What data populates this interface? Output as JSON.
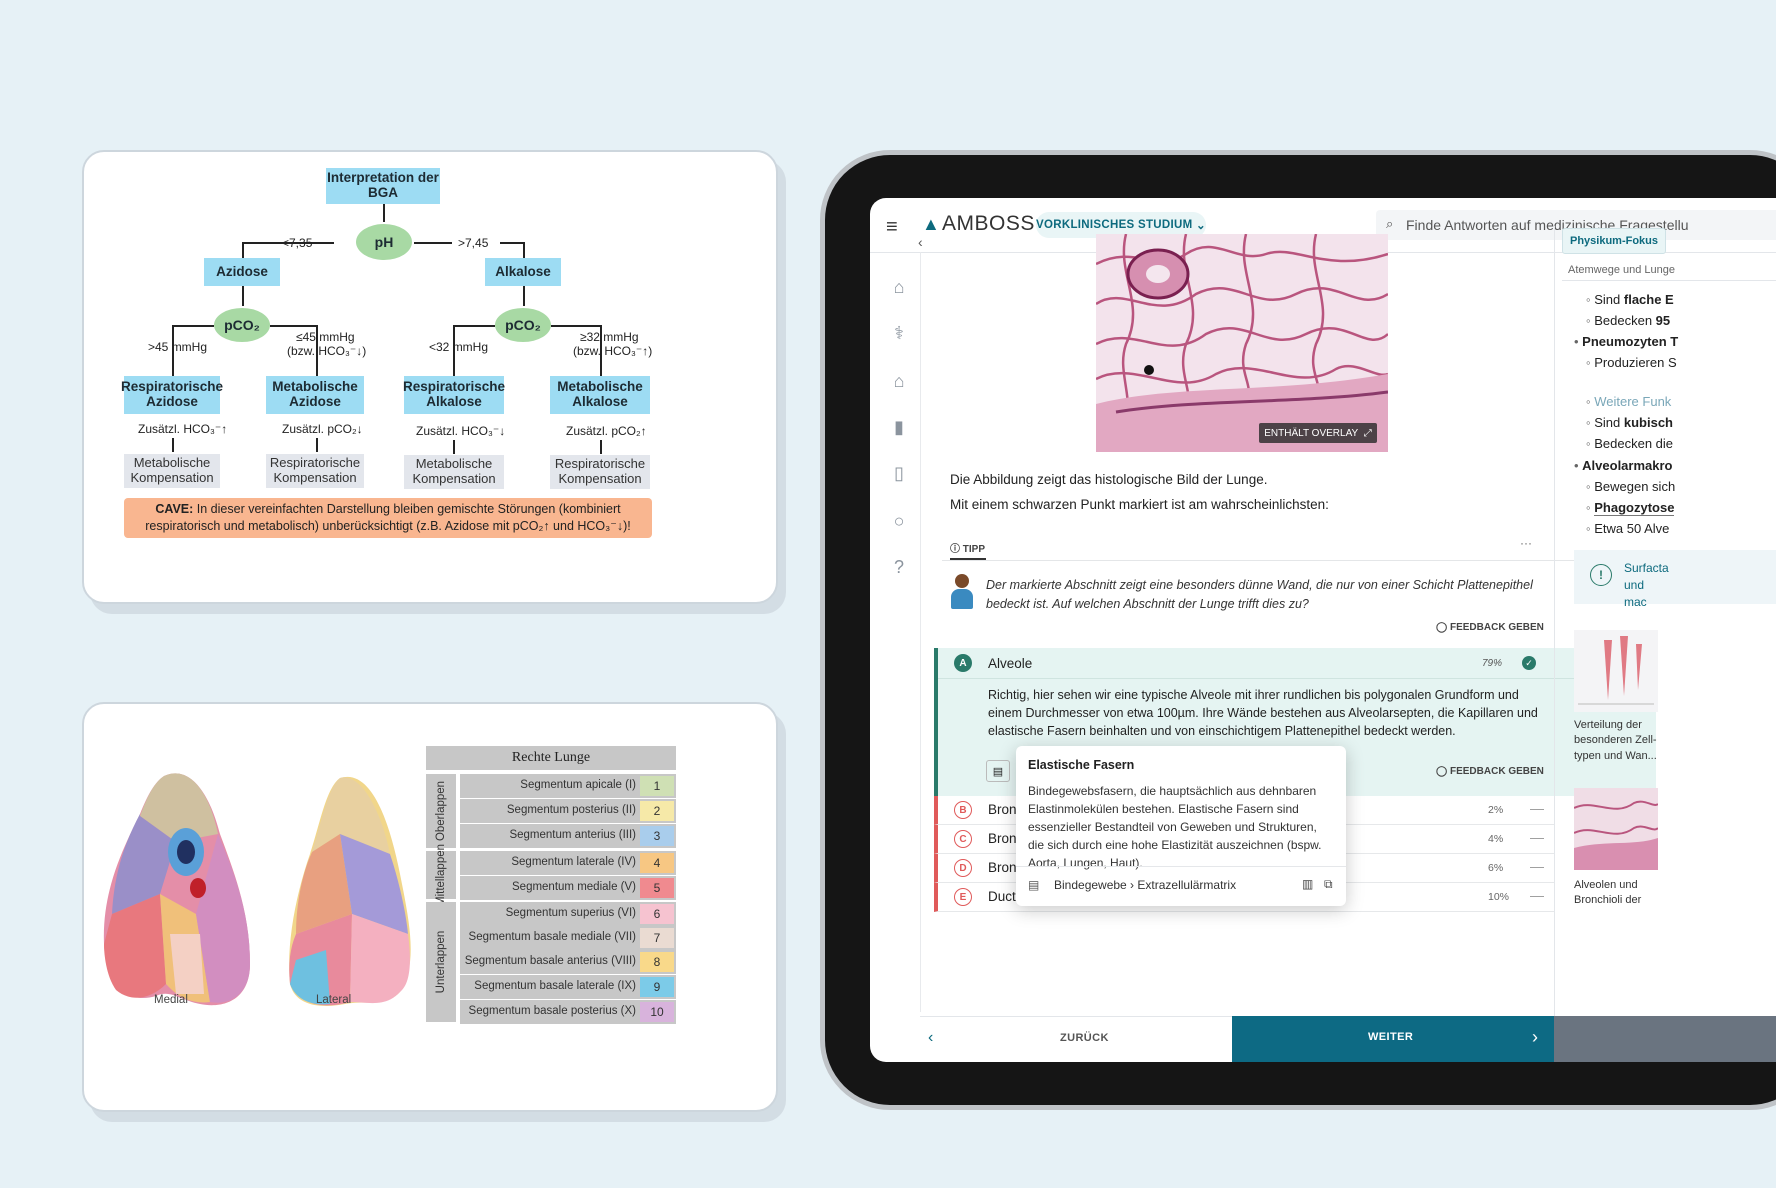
{
  "flowchart": {
    "root": "Interpretation der BGA",
    "ph": "pH",
    "ph_left": "<7,35",
    "ph_right": ">7,45",
    "azidose": "Azidose",
    "alkalose": "Alkalose",
    "pco2": "pCO₂",
    "az_left": ">45 mmHg",
    "az_right": "≤45 mmHg",
    "az_right2": "(bzw. HCO₃⁻↓)",
    "al_left": "<32 mmHg",
    "al_right": "≥32 mmHg",
    "al_right2": "(bzw. HCO₃⁻↑)",
    "resp_azidose": "Respiratorische Azidose",
    "met_azidose": "Metabolische Azidose",
    "resp_alkalose": "Respiratorische Alkalose",
    "met_alkalose": "Metabolische Alkalose",
    "z1": "Zusätzl. HCO₃⁻↑",
    "z2": "Zusätzl. pCO₂↓",
    "z3": "Zusätzl. HCO₃⁻↓",
    "z4": "Zusätzl. pCO₂↑",
    "k1": "Metabolische Kompensation",
    "k2": "Respiratorische Kompensation",
    "k3": "Metabolische Kompensation",
    "k4": "Respiratorische Kompensation",
    "cave_bold": "CAVE:",
    "cave_text": " In dieser vereinfachten Darstellung bleiben gemischte Störungen (kombiniert respiratorisch und metabolisch) unberücksichtigt (z.B. Azidose mit pCO₂↑ und HCO₃⁻↓)!"
  },
  "lung": {
    "label_medial": "Medial",
    "label_lateral": "Lateral",
    "table_title": "Rechte Lunge",
    "lobes": [
      "Oberlappen",
      "Mittellappen",
      "Unterlappen"
    ],
    "segments": [
      {
        "name": "Segmentum apicale (I)",
        "num": "1",
        "color": "#cfe0b4"
      },
      {
        "name": "Segmentum posterius (II)",
        "num": "2",
        "color": "#f6e9a8"
      },
      {
        "name": "Segmentum anterius (III)",
        "num": "3",
        "color": "#a9cdec"
      },
      {
        "name": "Segmentum laterale (IV)",
        "num": "4",
        "color": "#f7c783"
      },
      {
        "name": "Segmentum mediale (V)",
        "num": "5",
        "color": "#f08a8f"
      },
      {
        "name": "Segmentum superius (VI)",
        "num": "6",
        "color": "#f6c3d0"
      },
      {
        "name": "Segmentum basale mediale (VII)",
        "num": "7",
        "color": "#eadbd2"
      },
      {
        "name": "Segmentum basale anterius (VIII)",
        "num": "8",
        "color": "#f9d98a"
      },
      {
        "name": "Segmentum basale laterale (IX)",
        "num": "9",
        "color": "#7ccbe8"
      },
      {
        "name": "Segmentum basale posterius (X)",
        "num": "10",
        "color": "#d8b3dc"
      }
    ]
  },
  "app": {
    "brand": "AMBOSS",
    "mode": "VORKLINISCHES STUDIUM",
    "search_placeholder": "Finde Antworten auf medizinische Fragestellu",
    "overlay_badge": "ENTHÄLT OVERLAY",
    "question_1": "Die Abbildung zeigt das histologische Bild der Lunge.",
    "question_2": "Mit einem schwarzen Punkt markiert ist am wahrscheinlichsten:",
    "tab_tipp": "TIPP",
    "more": "···",
    "hint": "Der markierte Abschnitt zeigt eine besonders dünne Wand, die nur von einer Schicht Plattenepithel bedeckt ist. Auf welchen Abschnitt der Lunge trifft dies zu?",
    "feedback": "FEEDBACK GEBEN",
    "correct_letter": "A",
    "correct_answer": "Alveole",
    "correct_pct": "79%",
    "explanation": "Richtig, hier sehen wir eine typische Alveole mit ihrer rundlichen bis polygonalen Grundform und einem Durchmesser von etwa 100µm. Ihre Wände bestehen aus Alveolarsepten, die Kapillaren und elastische Fasern beinhalten und von einschichtigem Plattenepithel bedeckt werden.",
    "answers": [
      {
        "letter": "B",
        "text": "Bronc",
        "pct": "2%"
      },
      {
        "letter": "C",
        "text": "Bronc",
        "pct": "4%"
      },
      {
        "letter": "D",
        "text": "Bronc",
        "pct": "6%"
      },
      {
        "letter": "E",
        "text": "Duct",
        "pct": "10%"
      }
    ],
    "dash": "—",
    "tooltip_title": "Elastische Fasern",
    "tooltip_body": "Bindegewebsfasern, die hauptsächlich aus dehnbaren Elastinmolekülen bestehen. Elastische Fasern sind essenzieller Bestandteil von Geweben und Strukturen, die sich durch eine hohe Elastizität auszeichnen (bspw. Aorta, Lungen, Haut).",
    "tooltip_link": "Bindegewebe › Extrazellulärmatrix",
    "back": "ZURÜCK",
    "next": "WEITER",
    "right_pill": "Physikum-Fokus",
    "right_crumb": "Atemwege und Lunge",
    "right_items": [
      {
        "b": "◦",
        "t": "Sind ",
        "s": "flache E"
      },
      {
        "b": "◦",
        "t": "Bedecken ",
        "s": "95"
      },
      {
        "b": "•",
        "t": "",
        "s": "Pneumozyten T"
      },
      {
        "b": "◦",
        "t": "Produzieren S",
        "s": ""
      },
      {
        "b": "◦",
        "t": "Weitere Funk",
        "s": ""
      },
      {
        "b": "◦",
        "t": "Sind ",
        "s": "kubisch"
      },
      {
        "b": "◦",
        "t": "Bedecken die",
        "s": ""
      },
      {
        "b": "•",
        "t": "",
        "s": "Alveolarmakro"
      },
      {
        "b": "◦",
        "t": "Bewegen sich",
        "s": ""
      },
      {
        "b": "◦",
        "t": "",
        "s": "Phagozytose"
      },
      {
        "b": "◦",
        "t": "Etwa 50 Alve",
        "s": ""
      }
    ],
    "right_note": "Surfacta und mac",
    "thumb1_caption": "Verteilung der besonderen Zell-typen und Wan...",
    "thumb2_caption": "Alveolen und Bronchioli der"
  }
}
